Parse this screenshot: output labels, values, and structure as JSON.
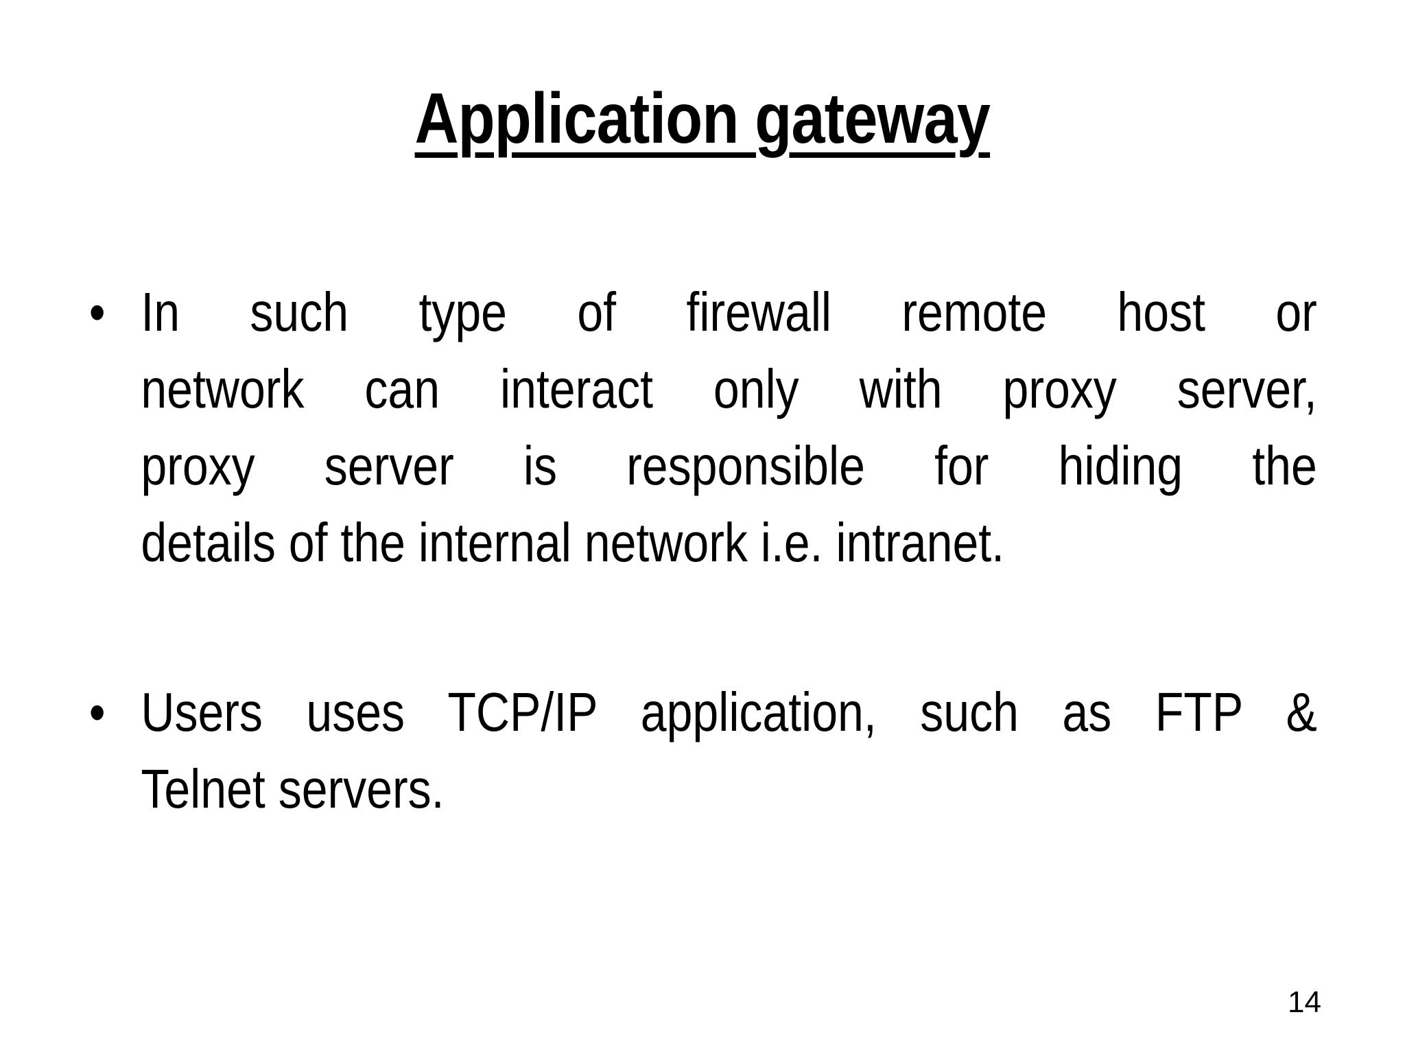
{
  "slide": {
    "title": "Application gateway",
    "bullet_glyph": "•",
    "bullets": [
      {
        "lines": [
          "In such type of firewall remote host or",
          "network can interact only with proxy server,",
          "proxy server is responsible for hiding the",
          "details of the internal network i.e. intranet."
        ]
      },
      {
        "lines": [
          "Users uses TCP/IP application, such as FTP &",
          "Telnet servers."
        ]
      }
    ],
    "page_number": "14",
    "colors": {
      "background": "#ffffff",
      "text": "#000000"
    }
  }
}
